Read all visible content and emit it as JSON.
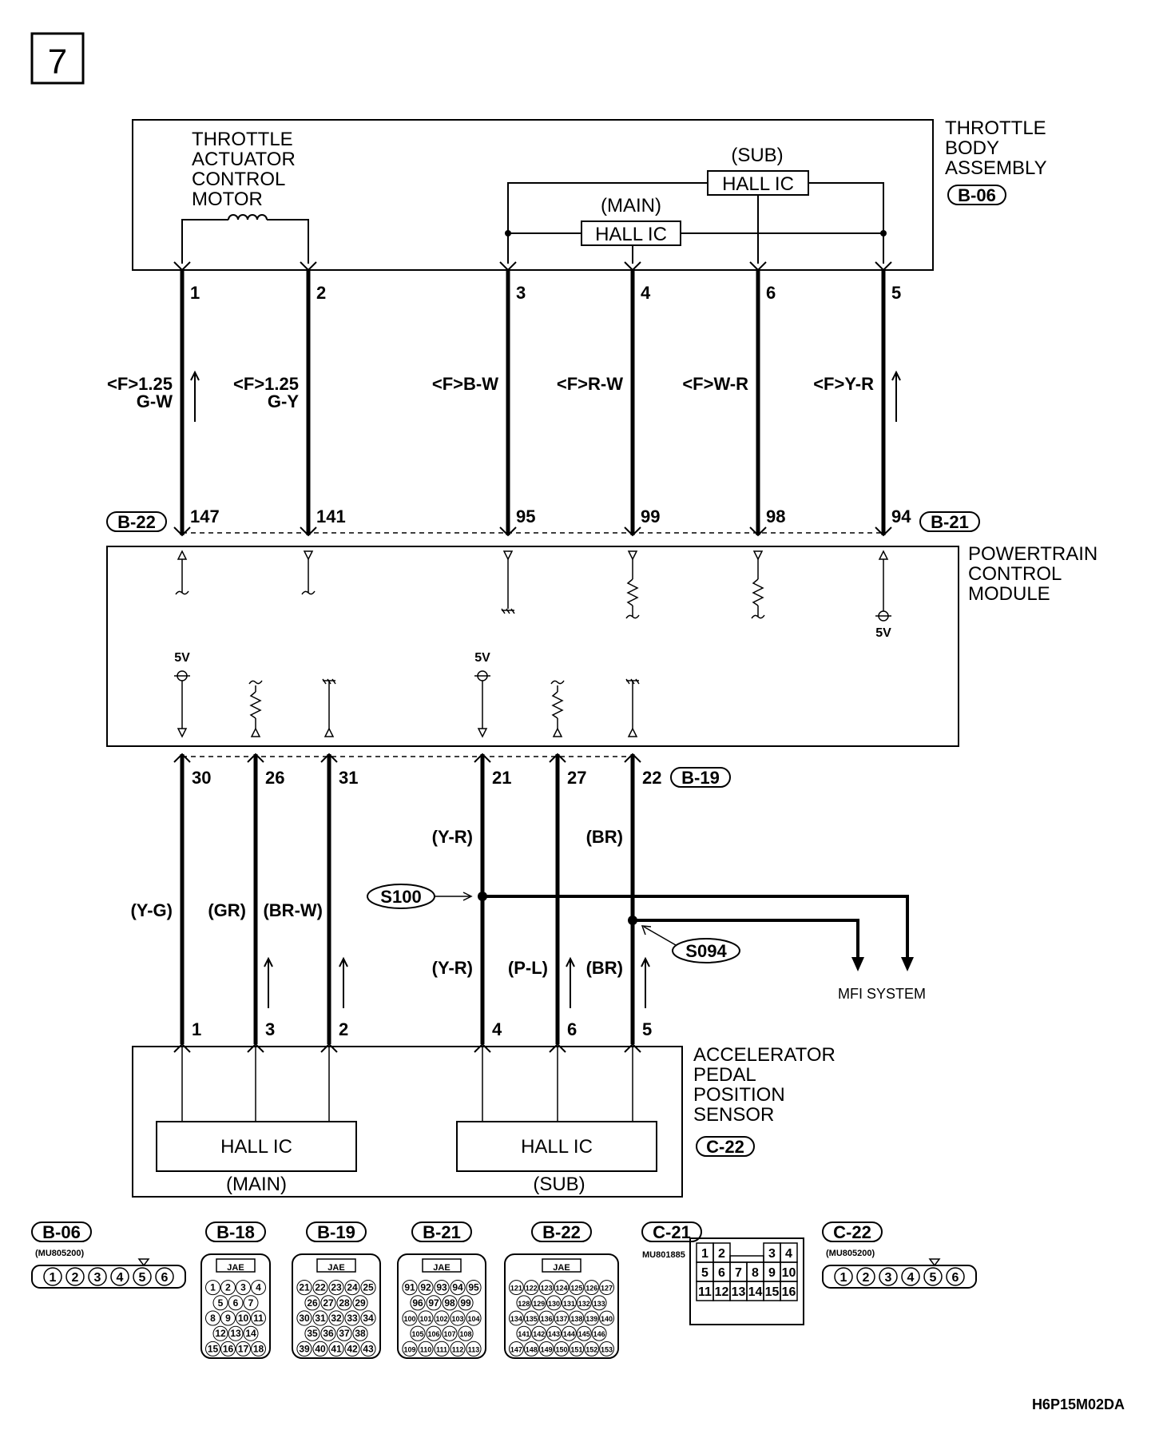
{
  "page_number": "7",
  "diagram_code": "H6P15M02DA",
  "throttle_body": {
    "name_lines": [
      "THROTTLE",
      "BODY",
      "ASSEMBLY"
    ],
    "connector": "B-06",
    "motor_lines": [
      "THROTTLE",
      "ACTUATOR",
      "CONTROL",
      "MOTOR"
    ],
    "main_label": "(MAIN)",
    "sub_label": "(SUB)",
    "hall_ic": "HALL IC"
  },
  "throttle_wires": [
    {
      "top_pin": "1",
      "bottom_pin": "147",
      "label1": "<F>1.25",
      "label2": "G-W"
    },
    {
      "top_pin": "2",
      "bottom_pin": "141",
      "label1": "<F>1.25",
      "label2": "G-Y"
    },
    {
      "top_pin": "3",
      "bottom_pin": "95",
      "label1": "<F>B-W",
      "label2": ""
    },
    {
      "top_pin": "4",
      "bottom_pin": "99",
      "label1": "<F>R-W",
      "label2": ""
    },
    {
      "top_pin": "6",
      "bottom_pin": "98",
      "label1": "<F>W-R",
      "label2": ""
    },
    {
      "top_pin": "5",
      "bottom_pin": "94",
      "label1": "<F>Y-R",
      "label2": ""
    }
  ],
  "pcm": {
    "name_lines": [
      "POWERTRAIN",
      "CONTROL",
      "MODULE"
    ],
    "connector_left": "B-22",
    "connector_right": "B-21",
    "connector_bottom": "B-19",
    "voltage_label": "5V"
  },
  "pedal_wires": [
    {
      "top_pin": "30",
      "bottom_pin": "1",
      "label_upper": "",
      "label_lower": "(Y-G)"
    },
    {
      "top_pin": "26",
      "bottom_pin": "3",
      "label_upper": "",
      "label_lower": "(GR)"
    },
    {
      "top_pin": "31",
      "bottom_pin": "2",
      "label_upper": "",
      "label_lower": "(BR-W)"
    },
    {
      "top_pin": "21",
      "bottom_pin": "4",
      "label_upper": "(Y-R)",
      "label_lower": "(Y-R)"
    },
    {
      "top_pin": "27",
      "bottom_pin": "6",
      "label_upper": "",
      "label_lower": "(P-L)"
    },
    {
      "top_pin": "22",
      "bottom_pin": "5",
      "label_upper": "(BR)",
      "label_lower": "(BR)"
    }
  ],
  "splices": {
    "s100": "S100",
    "s094": "S094",
    "destination": "MFI SYSTEM"
  },
  "pedal_sensor": {
    "name_lines": [
      "ACCELERATOR",
      "PEDAL",
      "POSITION",
      "SENSOR"
    ],
    "connector": "C-22",
    "hall_ic": "HALL IC",
    "main_label": "(MAIN)",
    "sub_label": "(SUB)"
  },
  "connector_views": [
    {
      "id": "B-06",
      "part": "(MU805200)",
      "maker": "",
      "rows": [
        [
          "1",
          "2",
          "3",
          "4",
          "5",
          "6"
        ]
      ]
    },
    {
      "id": "B-18",
      "part": "",
      "maker": "JAE",
      "rows": [
        [
          "1",
          "2",
          "3",
          "4"
        ],
        [
          "5",
          "6",
          "7"
        ],
        [
          "8",
          "9",
          "10",
          "11"
        ],
        [
          "12",
          "13",
          "14"
        ],
        [
          "15",
          "16",
          "17",
          "18"
        ]
      ]
    },
    {
      "id": "B-19",
      "part": "",
      "maker": "JAE",
      "rows": [
        [
          "21",
          "22",
          "23",
          "24",
          "25"
        ],
        [
          "26",
          "27",
          "28",
          "29"
        ],
        [
          "30",
          "31",
          "32",
          "33",
          "34"
        ],
        [
          "35",
          "36",
          "37",
          "38"
        ],
        [
          "39",
          "40",
          "41",
          "42",
          "43"
        ]
      ]
    },
    {
      "id": "B-21",
      "part": "",
      "maker": "JAE",
      "rows": [
        [
          "91",
          "92",
          "93",
          "94",
          "95"
        ],
        [
          "96",
          "97",
          "98",
          "99"
        ],
        [
          "100",
          "101",
          "102",
          "103",
          "104"
        ],
        [
          "105",
          "106",
          "107",
          "108"
        ],
        [
          "109",
          "110",
          "111",
          "112",
          "113"
        ]
      ]
    },
    {
      "id": "B-22",
      "part": "",
      "maker": "JAE",
      "rows": [
        [
          "121",
          "122",
          "123",
          "124",
          "125",
          "126",
          "127"
        ],
        [
          "128",
          "129",
          "130",
          "131",
          "132",
          "133"
        ],
        [
          "134",
          "135",
          "136",
          "137",
          "138",
          "139",
          "140"
        ],
        [
          "141",
          "142",
          "143",
          "144",
          "145",
          "146"
        ],
        [
          "147",
          "148",
          "149",
          "150",
          "151",
          "152",
          "153"
        ]
      ]
    },
    {
      "id": "C-21",
      "part": "MU801885",
      "maker": "",
      "rows": [
        [
          "1",
          "2",
          "",
          "",
          "3",
          "4"
        ],
        [
          "5",
          "6",
          "7",
          "8",
          "9",
          "10"
        ],
        [
          "11",
          "12",
          "13",
          "14",
          "15",
          "16"
        ]
      ]
    },
    {
      "id": "C-22",
      "part": "(MU805200)",
      "maker": "",
      "rows": [
        [
          "1",
          "2",
          "3",
          "4",
          "5",
          "6"
        ]
      ]
    }
  ]
}
